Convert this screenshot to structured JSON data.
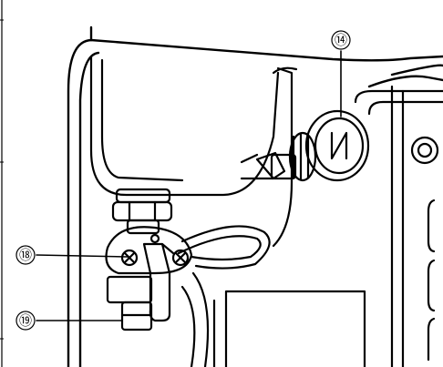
{
  "callouts": {
    "nut": {
      "label": "⑭"
    },
    "valve_lever": {
      "label": "⑱"
    },
    "drain_cock": {
      "label": "⑲"
    }
  }
}
